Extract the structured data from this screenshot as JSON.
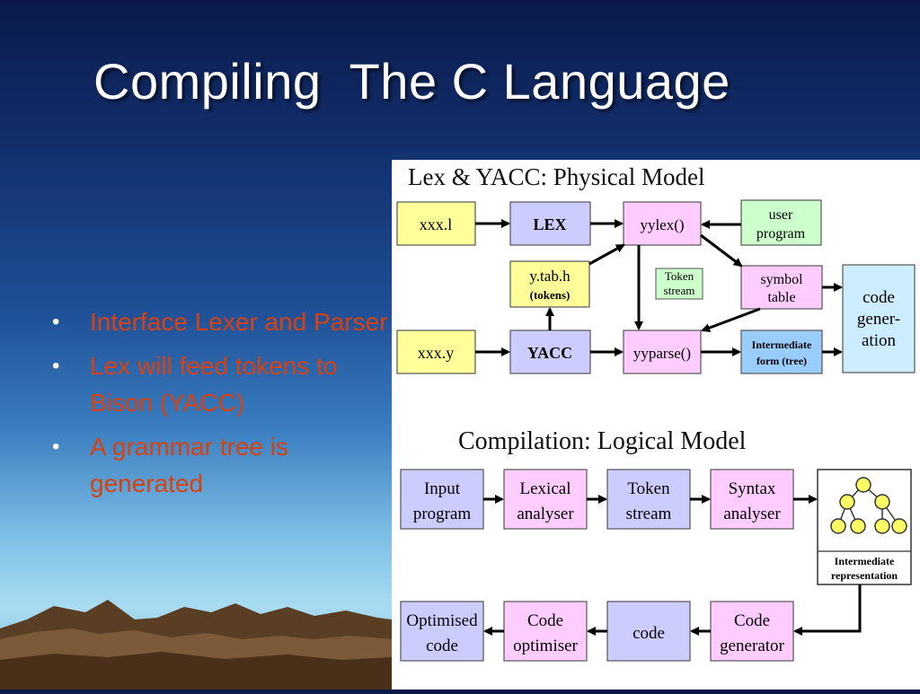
{
  "slide": {
    "title": "Compiling  The C Language",
    "bullets": [
      "Interface Lexer and Parser",
      "Lex will feed tokens to Bison (YACC)",
      "A grammar tree is generated"
    ]
  },
  "colors": {
    "yellow_box": "#ffff99",
    "lavender_box": "#ccccff",
    "pink_box": "#ffccff",
    "green_box": "#ccffcc",
    "blue_box": "#99ccff",
    "light_blue_box": "#ccecff",
    "bullet_text": "#d9410f"
  },
  "physical": {
    "title": "Lex & YACC: Physical Model",
    "xxx_l": "xxx.l",
    "lex": "LEX",
    "yylex": "yylex()",
    "user_program": [
      "user",
      "program"
    ],
    "ytabh": "y.tab.h",
    "tokens": "(tokens)",
    "token_stream": [
      "Token",
      "stream"
    ],
    "symbol_table": [
      "symbol",
      "table"
    ],
    "code_generation": [
      "code",
      "gener-",
      "ation"
    ],
    "xxx_y": "xxx.y",
    "yacc": "YACC",
    "yyparse": "yyparse()",
    "intermediate_form": [
      "Intermediate",
      "form (tree)"
    ]
  },
  "logical": {
    "title": "Compilation: Logical Model",
    "input_program": [
      "Input",
      "program"
    ],
    "lexical_analyser": [
      "Lexical",
      "analyser"
    ],
    "token_stream": [
      "Token",
      "stream"
    ],
    "syntax_analyser": [
      "Syntax",
      "analyser"
    ],
    "intermediate_representation": [
      "Intermediate",
      "representation"
    ],
    "code_generator": [
      "Code",
      "generator"
    ],
    "code": "code",
    "code_optimiser": [
      "Code",
      "optimiser"
    ],
    "optimised_code": [
      "Optimised",
      "code"
    ]
  }
}
